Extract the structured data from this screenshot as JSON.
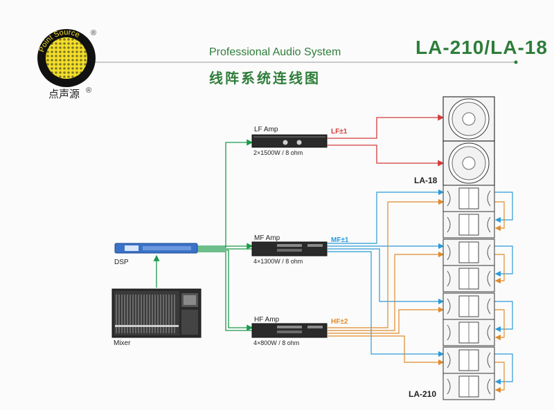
{
  "header": {
    "model_title": "LA-210/LA-18",
    "subtitle": "Professional Audio System",
    "chinese_title": "线阵系统连线图"
  },
  "logo": {
    "ring_text": "Point Source",
    "registered_mark": "®",
    "chinese_brand": "点声源",
    "chinese_registered_mark": "®"
  },
  "devices": {
    "dsp": {
      "label": "DSP"
    },
    "mixer": {
      "label": "Mixer"
    },
    "lf_amp": {
      "label": "LF Amp",
      "spec": "2×1500W / 8  ohm",
      "output_tag": "LF±1"
    },
    "mf_amp": {
      "label": "MF Amp",
      "spec": "4×1300W / 8  ohm",
      "output_tag": "MF±1"
    },
    "hf_amp": {
      "label": "HF Amp",
      "spec": "4×800W / 8  ohm",
      "output_tag": "HF±2"
    }
  },
  "speakers": {
    "sub_label": "LA-18",
    "array_label": "LA-210"
  },
  "colors": {
    "brand_green": "#2e7d3a",
    "signal_green": "#1a9a4a",
    "lf_red": "#d43a3a",
    "mf_blue": "#2a9ad8",
    "hf_orange": "#e08a2a"
  }
}
